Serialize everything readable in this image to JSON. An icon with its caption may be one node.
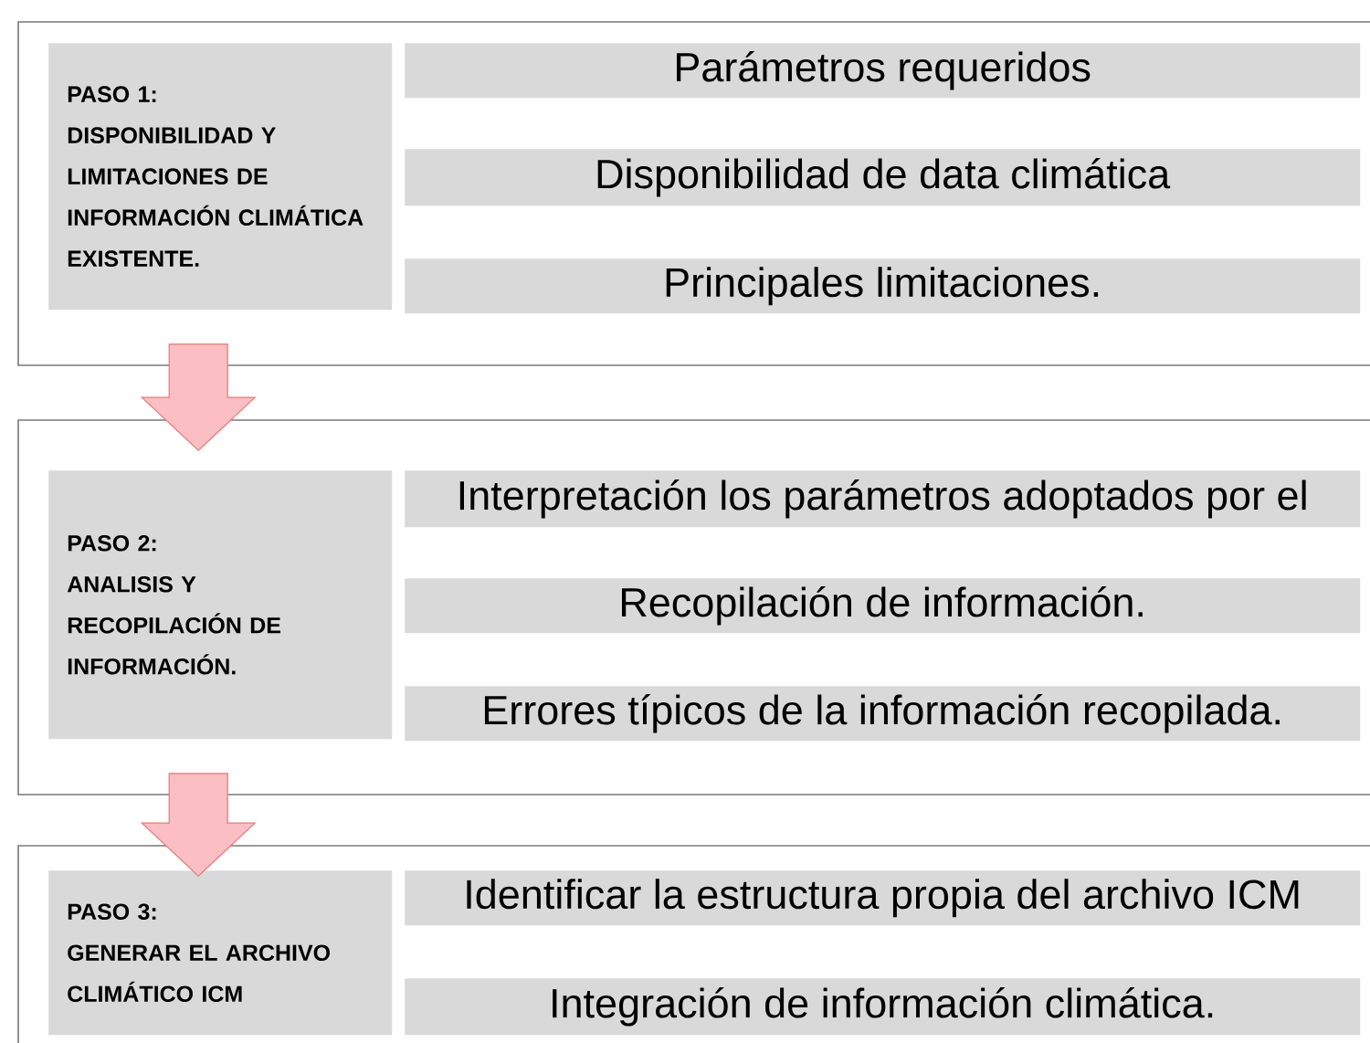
{
  "diagram": {
    "nodes": [
      {
        "text": [],
        "shape": "box"
      },
      {
        "text": [
          "PASO 1:",
          "DISPONIBILIDAD Y LIMITACIONES DE INFORMACIÓN CLIMÁTICA EXISTENTE."
        ],
        "in": 0
      },
      {
        "text": [
          "Parámetros requeridos"
        ],
        "in": 0
      },
      {
        "text": [
          "Disponibilidad de data climática"
        ],
        "in": 0
      },
      {
        "text": [
          "Principales limitaciones."
        ],
        "in": 0
      },
      {
        "text": [],
        "shape": "box"
      },
      {
        "text": [
          "PASO 2:",
          "ANALISIS Y RECOPILACIÓN DE INFORMACIÓN."
        ],
        "in": 5
      },
      {
        "text": [
          "Interpretación los parámetros adoptados por el"
        ],
        "in": 5
      },
      {
        "text": [
          "Recopilación de información."
        ],
        "in": 5
      },
      {
        "text": [
          "Errores típicos de la información recopilada."
        ],
        "in": 5
      },
      {
        "text": [],
        "shape": "box"
      },
      {
        "text": [
          "PASO 3:",
          "GENERAR EL ARCHIVO CLIMÁTICO ICM"
        ],
        "in": 10
      },
      {
        "text": [
          "Identificar la estructura propia del archivo ICM"
        ],
        "in": 10
      },
      {
        "text": [
          "Integración de información climática."
        ],
        "in": 10
      }
    ],
    "edges": [
      {
        "from": 0,
        "to": 5,
        "arrow": "to"
      },
      {
        "from": 5,
        "to": 10,
        "arrow": "to"
      }
    ]
  }
}
